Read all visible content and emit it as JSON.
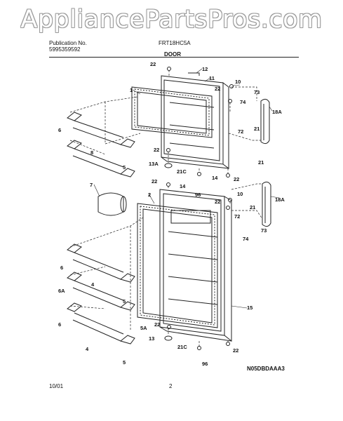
{
  "watermark": "AppliancePartsPros.com",
  "header": {
    "publication_label": "Publication No.",
    "publication_number": "5995359592",
    "model": "FRT18HC5A",
    "section": "DOOR"
  },
  "diagram_code": "N05DBDAAA3",
  "footer": {
    "date": "10/01",
    "page": "2"
  },
  "callouts": [
    "22",
    "12",
    "11",
    "1",
    "10",
    "22",
    "73",
    "74",
    "18A",
    "6",
    "72",
    "21",
    "8",
    "22",
    "5",
    "13A",
    "21C",
    "22",
    "21",
    "22",
    "14",
    "7",
    "14",
    "96",
    "10",
    "2",
    "22",
    "18A",
    "21",
    "72",
    "73",
    "6",
    "74",
    "6A",
    "4",
    "5",
    "15",
    "5A",
    "6",
    "22",
    "13",
    "21C",
    "4",
    "5",
    "22",
    "96"
  ]
}
